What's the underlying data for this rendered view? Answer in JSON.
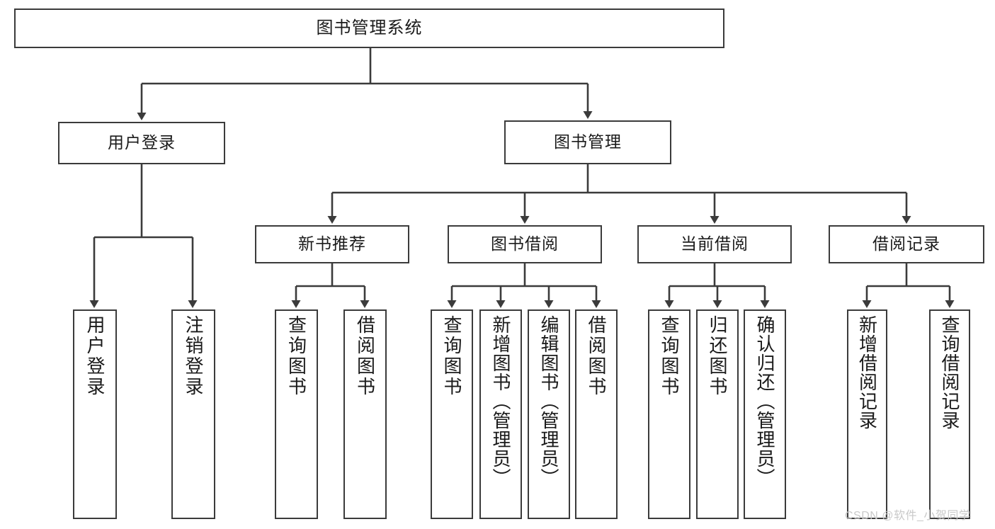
{
  "diagram": {
    "title": "图书管理系统",
    "type": "tree-hierarchy-diagram",
    "root": {
      "id": "root",
      "label": "图书管理系统",
      "orientation": "horizontal"
    },
    "level1": [
      {
        "id": "user-login",
        "label": "用户登录",
        "orientation": "horizontal"
      },
      {
        "id": "book-management",
        "label": "图书管理",
        "orientation": "horizontal"
      }
    ],
    "level2": [
      {
        "id": "new-book-recommend",
        "label": "新书推荐",
        "parent": "book-management",
        "orientation": "horizontal"
      },
      {
        "id": "book-borrow",
        "label": "图书借阅",
        "parent": "book-management",
        "orientation": "horizontal"
      },
      {
        "id": "current-borrow",
        "label": "当前借阅",
        "parent": "book-management",
        "orientation": "horizontal"
      },
      {
        "id": "borrow-record",
        "label": "借阅记录",
        "parent": "book-management",
        "orientation": "horizontal"
      }
    ],
    "leaves": [
      {
        "id": "leaf-user-login",
        "label": "用户登录",
        "parent": "user-login",
        "orientation": "vertical"
      },
      {
        "id": "leaf-user-logout",
        "label": "注销登录",
        "parent": "user-login",
        "orientation": "vertical"
      },
      {
        "id": "leaf-query-book-1",
        "label": "查询图书",
        "parent": "new-book-recommend",
        "orientation": "vertical"
      },
      {
        "id": "leaf-borrow-book-1",
        "label": "借阅图书",
        "parent": "new-book-recommend",
        "orientation": "vertical"
      },
      {
        "id": "leaf-query-book-2",
        "label": "查询图书",
        "parent": "book-borrow",
        "orientation": "vertical"
      },
      {
        "id": "leaf-add-book",
        "label": "新增图书（管理员）",
        "parent": "book-borrow",
        "orientation": "vertical"
      },
      {
        "id": "leaf-edit-book",
        "label": "编辑图书（管理员）",
        "parent": "book-borrow",
        "orientation": "vertical"
      },
      {
        "id": "leaf-borrow-book-2",
        "label": "借阅图书",
        "parent": "book-borrow",
        "orientation": "vertical"
      },
      {
        "id": "leaf-query-book-3",
        "label": "查询图书",
        "parent": "current-borrow",
        "orientation": "vertical"
      },
      {
        "id": "leaf-return-book",
        "label": "归还图书",
        "parent": "current-borrow",
        "orientation": "vertical"
      },
      {
        "id": "leaf-confirm-return",
        "label": "确认归还（管理员）",
        "parent": "current-borrow",
        "orientation": "vertical"
      },
      {
        "id": "leaf-add-record",
        "label": "新增借阅记录",
        "parent": "borrow-record",
        "orientation": "vertical"
      },
      {
        "id": "leaf-query-record",
        "label": "查询借阅记录",
        "parent": "borrow-record",
        "orientation": "vertical"
      }
    ],
    "watermark": "CSDN @软件_小贺同学",
    "colors": {
      "stroke": "#3b3b3b",
      "fill": "#ffffff",
      "text": "#1a1a1a",
      "watermark": "#c9c9c9"
    }
  }
}
